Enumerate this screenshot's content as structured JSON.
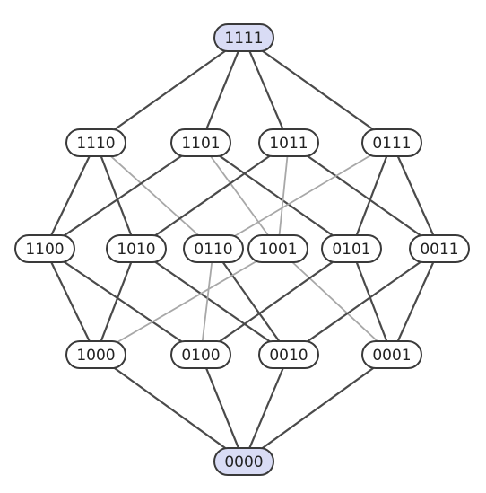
{
  "colors": {
    "node_fill": "#ffffff",
    "node_stroke": "#3a3a3a",
    "extreme_node_fill": "#d9dcf5",
    "edge_dark": "#4a4a4a",
    "edge_light": "#a8a8a8"
  },
  "nodes": [
    {
      "id": "1111",
      "label": "1111",
      "highlight": true
    },
    {
      "id": "1110",
      "label": "1110"
    },
    {
      "id": "1101",
      "label": "1101"
    },
    {
      "id": "1011",
      "label": "1011"
    },
    {
      "id": "0111",
      "label": "0111"
    },
    {
      "id": "1100",
      "label": "1100"
    },
    {
      "id": "1010",
      "label": "1010"
    },
    {
      "id": "0110",
      "label": "0110"
    },
    {
      "id": "1001",
      "label": "1001"
    },
    {
      "id": "0101",
      "label": "0101"
    },
    {
      "id": "0011",
      "label": "0011"
    },
    {
      "id": "1000",
      "label": "1000"
    },
    {
      "id": "0100",
      "label": "0100"
    },
    {
      "id": "0010",
      "label": "0010"
    },
    {
      "id": "0001",
      "label": "0001"
    },
    {
      "id": "0000",
      "label": "0000",
      "highlight": true
    }
  ],
  "edges": [
    {
      "from": "1111",
      "to": "1110"
    },
    {
      "from": "1111",
      "to": "1101"
    },
    {
      "from": "1111",
      "to": "1011"
    },
    {
      "from": "1111",
      "to": "0111"
    },
    {
      "from": "1110",
      "to": "1100"
    },
    {
      "from": "1110",
      "to": "1010"
    },
    {
      "from": "1110",
      "to": "0110",
      "style": "light"
    },
    {
      "from": "1101",
      "to": "1100"
    },
    {
      "from": "1101",
      "to": "1001",
      "style": "light"
    },
    {
      "from": "1101",
      "to": "0101"
    },
    {
      "from": "1011",
      "to": "1010"
    },
    {
      "from": "1011",
      "to": "1001",
      "style": "light"
    },
    {
      "from": "1011",
      "to": "0011"
    },
    {
      "from": "0111",
      "to": "0110",
      "style": "light"
    },
    {
      "from": "0111",
      "to": "0101"
    },
    {
      "from": "0111",
      "to": "0011"
    },
    {
      "from": "1100",
      "to": "1000"
    },
    {
      "from": "1100",
      "to": "0100"
    },
    {
      "from": "1010",
      "to": "1000"
    },
    {
      "from": "1010",
      "to": "0010"
    },
    {
      "from": "0110",
      "to": "0100",
      "style": "light"
    },
    {
      "from": "0110",
      "to": "0010"
    },
    {
      "from": "1001",
      "to": "1000",
      "style": "light"
    },
    {
      "from": "1001",
      "to": "0001",
      "style": "light"
    },
    {
      "from": "0101",
      "to": "0100"
    },
    {
      "from": "0101",
      "to": "0001"
    },
    {
      "from": "0011",
      "to": "0010"
    },
    {
      "from": "0011",
      "to": "0001"
    },
    {
      "from": "1000",
      "to": "0000"
    },
    {
      "from": "0100",
      "to": "0000"
    },
    {
      "from": "0010",
      "to": "0000"
    },
    {
      "from": "0001",
      "to": "0000"
    }
  ]
}
